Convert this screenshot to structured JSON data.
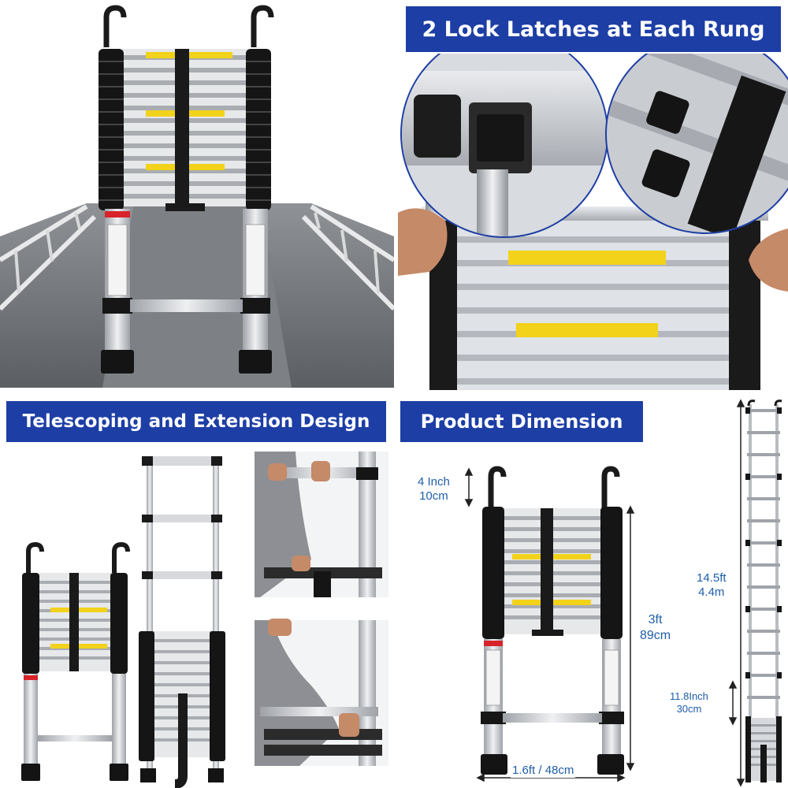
{
  "banners": {
    "lock_latches": "2 Lock Latches at Each Rung",
    "telescoping": "Telescoping and Extension Design",
    "dimension": "Product Dimension"
  },
  "dimensions": {
    "hook_inch": "4 Inch",
    "hook_cm": "10cm",
    "height_ft": "3ft",
    "height_cm": "89cm",
    "width": "1.6ft / 48cm",
    "extended_ft": "14.5ft",
    "extended_m": "4.4m",
    "rung_inch": "11.8Inch",
    "rung_cm": "30cm"
  },
  "colors": {
    "banner": "#1d3ea5",
    "dimension_text": "#1f5ea8",
    "warning_label": "#f2d21a",
    "latch": "#111111",
    "aluminum": "#c9ccd1"
  }
}
